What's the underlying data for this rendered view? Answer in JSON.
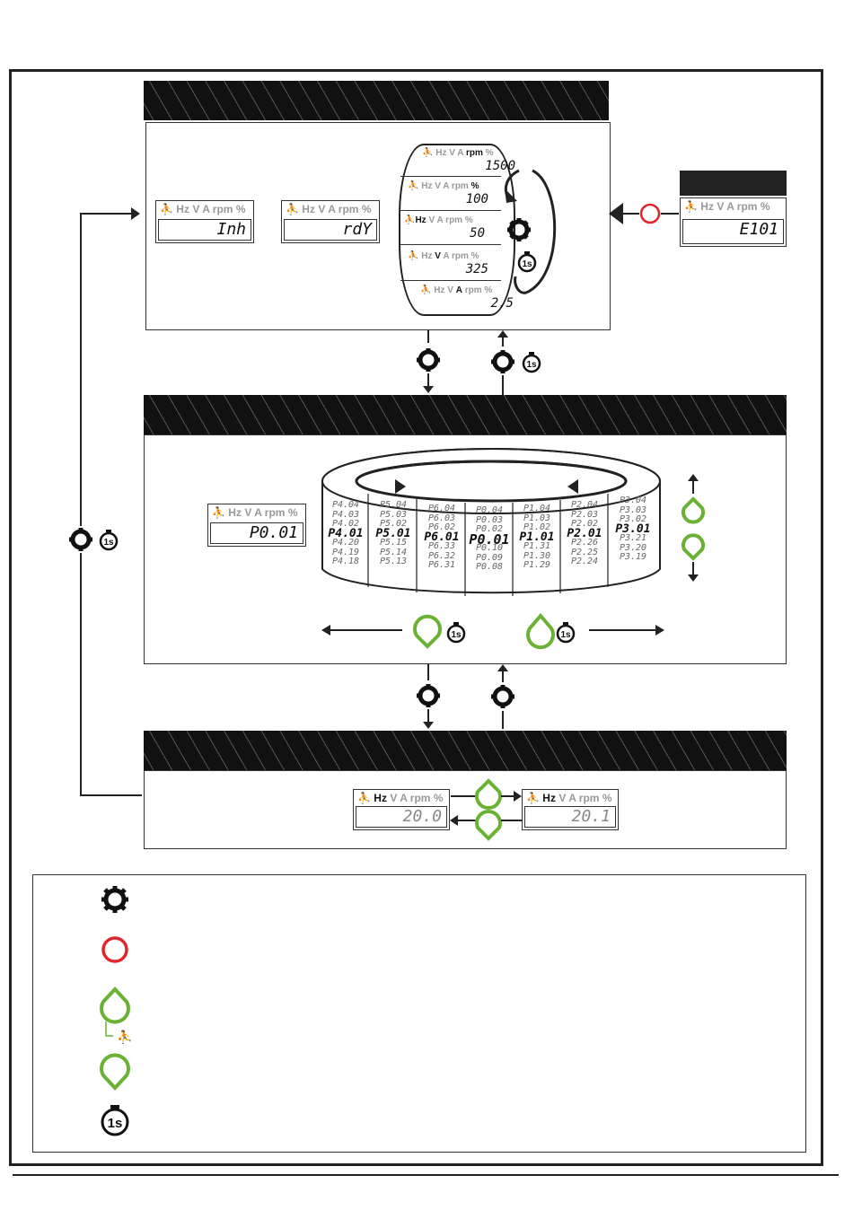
{
  "colors": {
    "green": "#6ab234",
    "red": "#e0252b",
    "dark": "#222222"
  },
  "icon_names": [
    "gear-icon",
    "stopwatch-1s-icon",
    "red-circle-icon",
    "green-drop-up-icon",
    "green-drop-down-icon",
    "runner-icon"
  ],
  "lcd_head": {
    "icon": "⛹",
    "hz": "Hz",
    "v": "V",
    "a": "A",
    "rpm": "rpm",
    "pct": "%"
  },
  "top": {
    "inh": "Inh",
    "rdy": "rdY",
    "error": "E101",
    "drum": [
      {
        "unit": "rpm",
        "value": "1500"
      },
      {
        "unit": "%",
        "value": "100"
      },
      {
        "unit": "Hz",
        "value": "50"
      },
      {
        "unit": "V",
        "value": "325"
      },
      {
        "unit": "A",
        "value": "2.5"
      }
    ]
  },
  "middle": {
    "lcd_value": "P0.01",
    "columns": [
      {
        "items": [
          "P4.04",
          "P4.03",
          "P4.02",
          "P4.01",
          "P4.20",
          "P4.19",
          "P4.18"
        ],
        "sel": 3
      },
      {
        "items": [
          "P5.04",
          "P5.03",
          "P5.02",
          "P5.01",
          "P5.15",
          "P5.14",
          "P5.13"
        ],
        "sel": 3
      },
      {
        "items": [
          "P6.04",
          "P6.03",
          "P6.02",
          "P6.01",
          "P6.33",
          "P6.32",
          "P6.31"
        ],
        "sel": 3
      },
      {
        "items": [
          "P0.04",
          "P0.03",
          "P0.02",
          "P0.01",
          "P0.10",
          "P0.09",
          "P0.08"
        ],
        "sel": 3
      },
      {
        "items": [
          "P1.04",
          "P1.03",
          "P1.02",
          "P1.01",
          "P1.31",
          "P1.30",
          "P1.29"
        ],
        "sel": 3
      },
      {
        "items": [
          "P2.04",
          "P2.03",
          "P2.02",
          "P2.01",
          "P2.26",
          "P2.25",
          "P2.24"
        ],
        "sel": 3
      },
      {
        "items": [
          "P3.04",
          "P3.03",
          "P3.02",
          "P3.01",
          "P3.21",
          "P3.20",
          "P3.19"
        ],
        "sel": 3
      }
    ]
  },
  "bottom": {
    "left_value": "20.0",
    "right_value": "20.1"
  },
  "stopwatch_label": "1s"
}
